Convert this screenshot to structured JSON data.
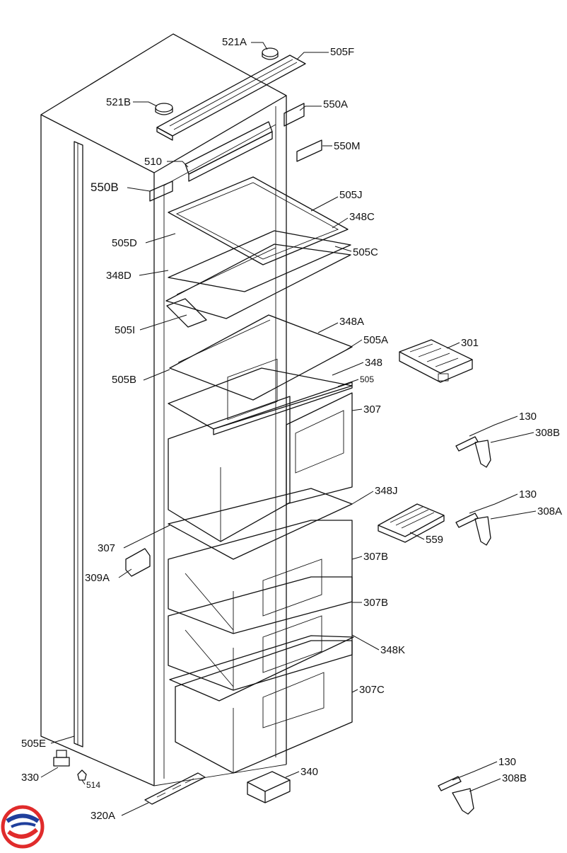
{
  "labels": [
    {
      "id": "521A",
      "text": "521A"
    },
    {
      "id": "505F",
      "text": "505F"
    },
    {
      "id": "521B",
      "text": "521B"
    },
    {
      "id": "550A",
      "text": "550A"
    },
    {
      "id": "550M",
      "text": "550M"
    },
    {
      "id": "510",
      "text": "510"
    },
    {
      "id": "550B",
      "text": "550B"
    },
    {
      "id": "505J",
      "text": "505J"
    },
    {
      "id": "348C",
      "text": "348C"
    },
    {
      "id": "505D",
      "text": "505D"
    },
    {
      "id": "505C",
      "text": "505C"
    },
    {
      "id": "348D",
      "text": "348D"
    },
    {
      "id": "505I",
      "text": "505I"
    },
    {
      "id": "348A",
      "text": "348A"
    },
    {
      "id": "505A",
      "text": "505A"
    },
    {
      "id": "301",
      "text": "301"
    },
    {
      "id": "505B",
      "text": "505B"
    },
    {
      "id": "348",
      "text": "348"
    },
    {
      "id": "505",
      "text": "505"
    },
    {
      "id": "307t",
      "text": "307"
    },
    {
      "id": "130a",
      "text": "130"
    },
    {
      "id": "308Ba",
      "text": "308B"
    },
    {
      "id": "348J",
      "text": "348J"
    },
    {
      "id": "130b",
      "text": "130"
    },
    {
      "id": "308A",
      "text": "308A"
    },
    {
      "id": "559",
      "text": "559"
    },
    {
      "id": "307l",
      "text": "307"
    },
    {
      "id": "307Ba",
      "text": "307B"
    },
    {
      "id": "309A",
      "text": "309A"
    },
    {
      "id": "307Bb",
      "text": "307B"
    },
    {
      "id": "348K",
      "text": "348K"
    },
    {
      "id": "307C",
      "text": "307C"
    },
    {
      "id": "505E",
      "text": "505E"
    },
    {
      "id": "130c",
      "text": "130"
    },
    {
      "id": "330",
      "text": "330"
    },
    {
      "id": "340",
      "text": "340"
    },
    {
      "id": "308Bc",
      "text": "308B"
    },
    {
      "id": "514",
      "text": "514"
    },
    {
      "id": "320A",
      "text": "320A"
    }
  ],
  "colors": {
    "line": "#111111",
    "logo_red": "#e02b2b",
    "logo_blue": "#1f3f9c"
  },
  "logo": {
    "icon": "brand-logo-icon"
  }
}
